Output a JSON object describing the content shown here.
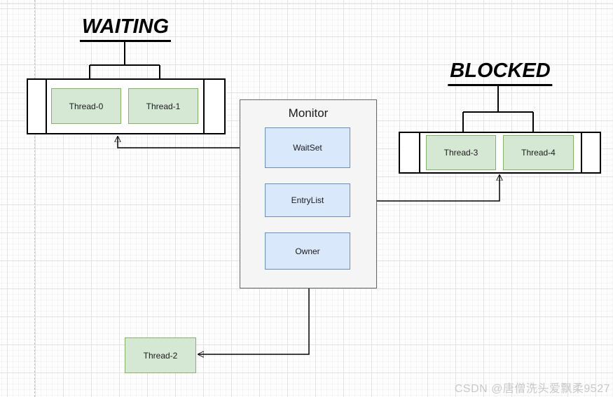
{
  "titles": {
    "waiting": "WAITING",
    "blocked": "BLOCKED"
  },
  "monitor": {
    "title": "Monitor",
    "slots": [
      "WaitSet",
      "EntryList",
      "Owner"
    ]
  },
  "waiting_set": {
    "threads": [
      "Thread-0",
      "Thread-1"
    ]
  },
  "blocked_set": {
    "threads": [
      "Thread-3",
      "Thread-4"
    ]
  },
  "owner": {
    "thread": "Thread-2"
  },
  "watermark": {
    "text": "CSDN @唐僧洗头爱飘柔9527"
  },
  "colors": {
    "thread_fill": "#d5e8d4",
    "thread_border": "#82b366",
    "slot_fill": "#dae8fc",
    "slot_border": "#6c8ebf",
    "monitor_fill": "#f5f5f5",
    "monitor_border": "#666666",
    "connector": "#000000",
    "title_text": "#000000",
    "watermark_text": "#c8c8c8"
  }
}
